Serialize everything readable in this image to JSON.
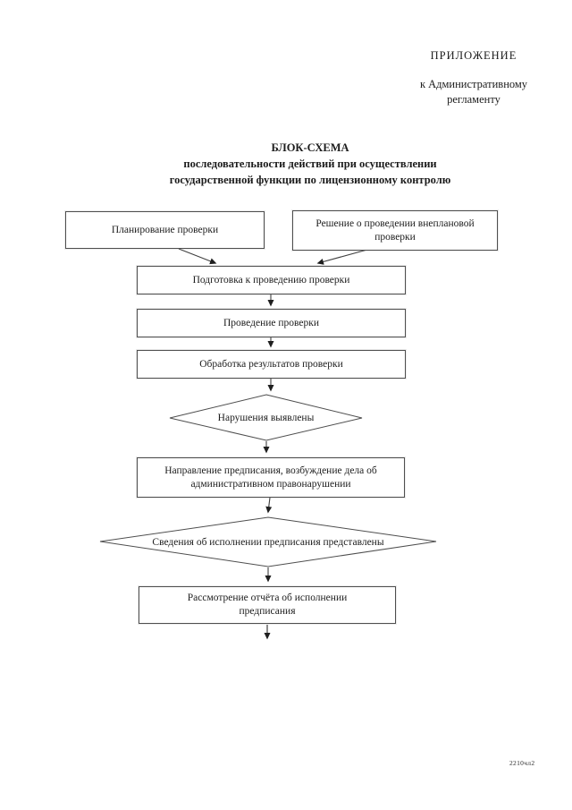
{
  "header": {
    "annex_title": "ПРИЛОЖЕНИЕ",
    "annex_to_line1": "к Административному",
    "annex_to_line2": "регламенту"
  },
  "title": {
    "line1": "БЛОК-СХЕМА",
    "line2": "последовательности действий при осуществлении",
    "line3": "государственной функции по лицензионному контролю"
  },
  "flowchart": {
    "nodes": [
      {
        "id": "planning",
        "shape": "rect",
        "label": "Планирование проверки"
      },
      {
        "id": "unscheduled-decision",
        "shape": "rect",
        "label": "Решение о проведении внеплановой\nпроверки"
      },
      {
        "id": "preparation",
        "shape": "rect",
        "label": "Подготовка к проведению проверки"
      },
      {
        "id": "conducting",
        "shape": "rect",
        "label": "Проведение проверки"
      },
      {
        "id": "processing-results",
        "shape": "rect",
        "label": "Обработка результатов проверки"
      },
      {
        "id": "violations-found",
        "shape": "diamond",
        "label": "Нарушения выявлены"
      },
      {
        "id": "directive",
        "shape": "rect",
        "label": "Направление предписания, возбуждение дела об\nадминистративном правонарушении"
      },
      {
        "id": "execution-info",
        "shape": "diamond",
        "label": "Сведения об исполнении предписания представлены"
      },
      {
        "id": "report-review",
        "shape": "rect",
        "label": "Рассмотрение отчёта об исполнении\nпредписания"
      }
    ],
    "edges": [
      {
        "from": "planning",
        "to": "preparation"
      },
      {
        "from": "unscheduled-decision",
        "to": "preparation"
      },
      {
        "from": "preparation",
        "to": "conducting"
      },
      {
        "from": "conducting",
        "to": "processing-results"
      },
      {
        "from": "processing-results",
        "to": "violations-found"
      },
      {
        "from": "violations-found",
        "to": "directive"
      },
      {
        "from": "directive",
        "to": "execution-info"
      },
      {
        "from": "execution-info",
        "to": "report-review"
      },
      {
        "from": "report-review",
        "to": "end"
      }
    ],
    "line_color": "#3f3f3f"
  },
  "footer": {
    "code": "2210чл2"
  }
}
